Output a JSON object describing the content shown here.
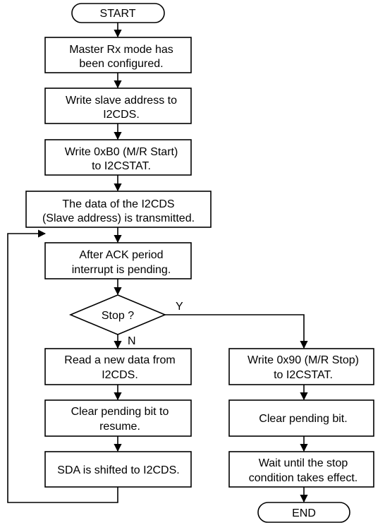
{
  "flowchart": {
    "start": "START",
    "end": "END",
    "steps": {
      "configured": [
        "Master Rx mode has",
        "been configured."
      ],
      "write_slave_addr": [
        "Write slave address to",
        "I2CDS."
      ],
      "write_start": [
        "Write 0xB0 (M/R Start)",
        "to I2CSTAT."
      ],
      "data_transmitted": [
        "The data of the I2CDS",
        "(Slave address) is transmitted."
      ],
      "ack_pending": [
        "After ACK period",
        "interrupt is pending."
      ],
      "read_data": [
        "Read a new data from",
        "I2CDS."
      ],
      "clear_resume": [
        "Clear pending bit to",
        "resume."
      ],
      "sda_shift": [
        "SDA is shifted to I2CDS."
      ],
      "write_stop": [
        "Write 0x90 (M/R Stop)",
        "to I2CSTAT."
      ],
      "clear_pending": [
        "Clear pending bit."
      ],
      "wait_stop": [
        "Wait until the stop",
        "condition takes effect."
      ]
    },
    "decision": "Stop ?",
    "yes_label": "Y",
    "no_label": "N"
  }
}
